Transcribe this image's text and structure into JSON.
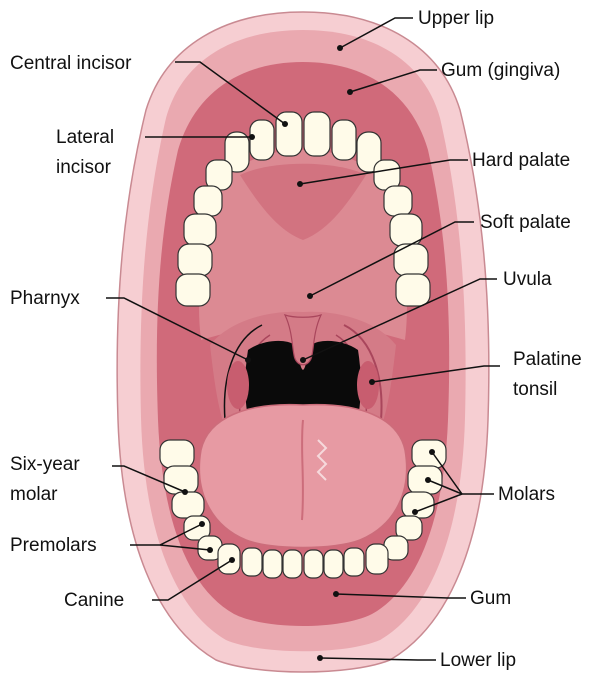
{
  "colors": {
    "lip_outer": "#f6ced2",
    "lip_inner": "#e9a7ad",
    "gum": "#d06a7a",
    "gum_dark": "#b33a55",
    "palate": "#dc8a93",
    "palate_shade": "#c0475e",
    "throat": "#0a0a0a",
    "tongue": "#e79aa3",
    "tongue_shade": "#cc6d7b",
    "tooth": "#fffbe9",
    "tooth_outline": "#333333",
    "line": "#111111"
  },
  "labels": {
    "upper_lip": "Upper lip",
    "central_incisor": "Central incisor",
    "gum_gingiva": "Gum (gingiva)",
    "lateral_incisor_1": "Lateral",
    "lateral_incisor_2": "incisor",
    "hard_palate": "Hard palate",
    "soft_palate": "Soft palate",
    "pharnyx": "Pharnyx",
    "uvula": "Uvula",
    "palatine_tonsil_1": "Palatine",
    "palatine_tonsil_2": "tonsil",
    "six_year_molar_1": "Six-year",
    "six_year_molar_2": "molar",
    "molars": "Molars",
    "premolars": "Premolars",
    "canine": "Canine",
    "gum": "Gum",
    "lower_lip": "Lower lip"
  }
}
